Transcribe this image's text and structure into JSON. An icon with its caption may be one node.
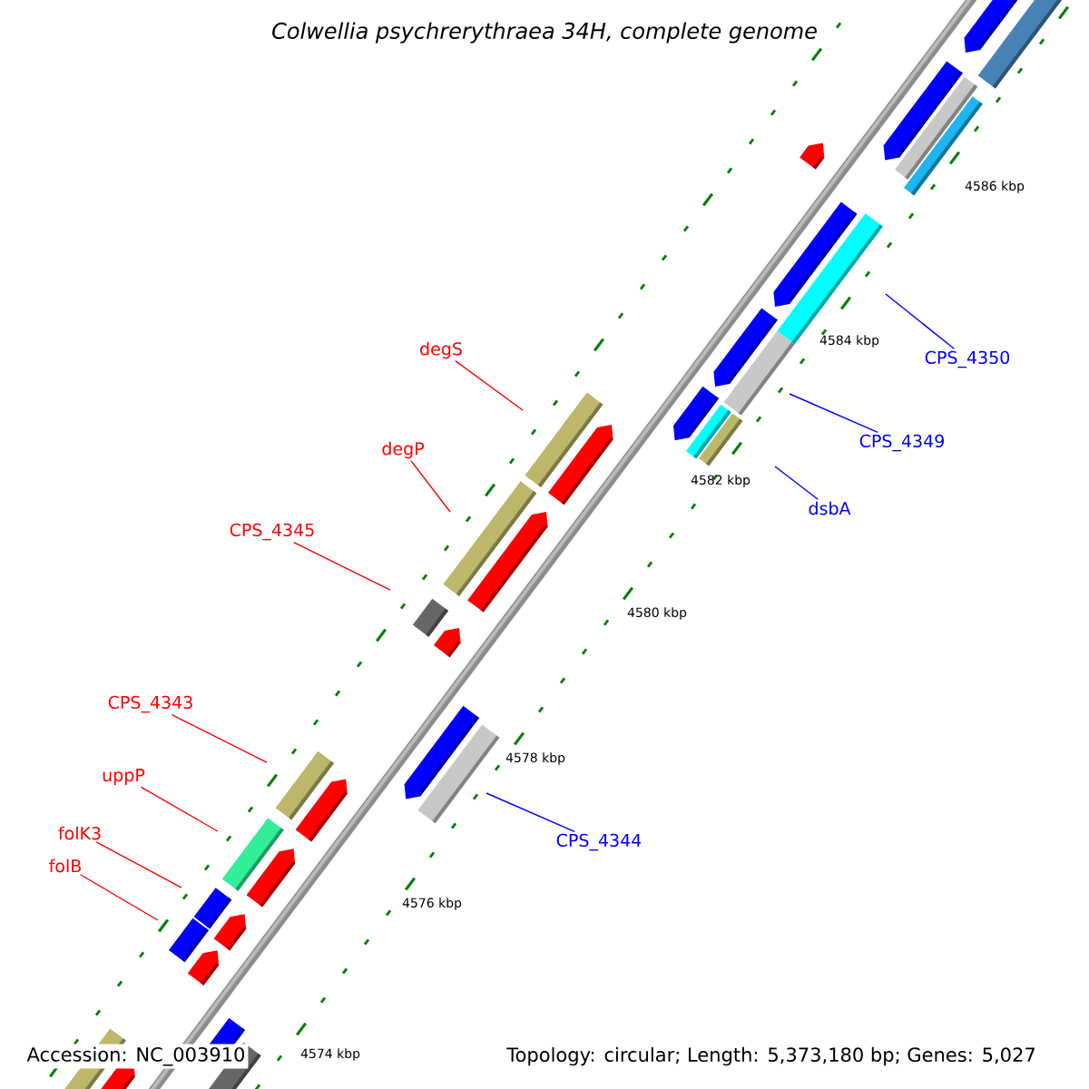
{
  "diagram": {
    "title": "Colwellia psychrerythraea 34H, complete genome",
    "nodes": [
      {
        "text": [
          "degS"
        ]
      },
      {
        "text": [
          "degP"
        ]
      },
      {
        "text": [
          "CPS_4345"
        ]
      },
      {
        "text": [
          "CPS_4343"
        ]
      },
      {
        "text": [
          "uppP"
        ]
      },
      {
        "text": [
          "folK3"
        ]
      },
      {
        "text": [
          "folB"
        ]
      },
      {
        "text": [
          "CPS_4350"
        ]
      },
      {
        "text": [
          "CPS_4349"
        ]
      },
      {
        "text": [
          "dsbA"
        ]
      },
      {
        "text": [
          "CPS_4344"
        ]
      }
    ],
    "edges": [
      {
        "from": 0,
        "to": null,
        "arrow": "none"
      },
      {
        "from": 1,
        "to": null,
        "arrow": "none"
      },
      {
        "from": 2,
        "to": null,
        "arrow": "none"
      },
      {
        "from": 3,
        "to": null,
        "arrow": "none"
      },
      {
        "from": 4,
        "to": null,
        "arrow": "none"
      },
      {
        "from": 5,
        "to": null,
        "arrow": "none"
      },
      {
        "from": 6,
        "to": null,
        "arrow": "none"
      },
      {
        "from": 7,
        "to": null,
        "arrow": "none",
        "color": "#0000ff"
      },
      {
        "from": 8,
        "to": null,
        "arrow": "none",
        "color": "#0000ff"
      },
      {
        "from": 9,
        "to": null,
        "arrow": "none",
        "color": "#0000ff"
      },
      {
        "from": 10,
        "to": null,
        "arrow": "none",
        "color": "#0000ff"
      }
    ],
    "labels": [
      "4586 kbp",
      "4584 kbp",
      "4582 kbp",
      "4580 kbp",
      "4578 kbp",
      "4576 kbp",
      "4574 kbp",
      "Accession: NC_003910",
      "Topology: circular; Length: 5,373,180 bp; Genes: 5,027"
    ]
  }
}
